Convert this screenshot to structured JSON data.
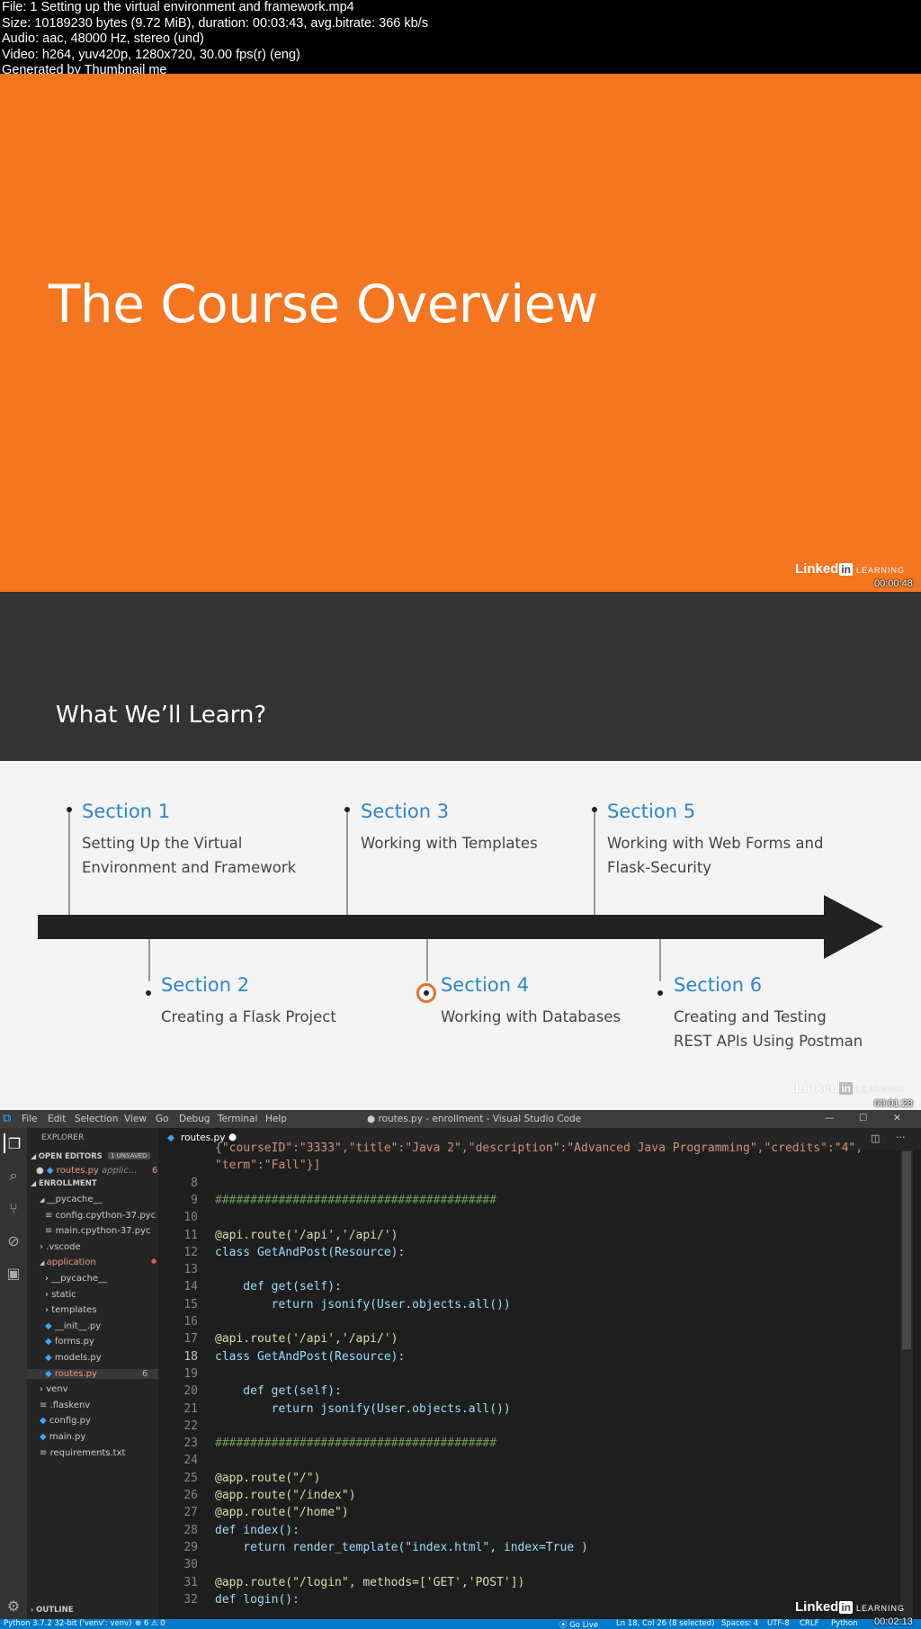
{
  "header": {
    "lines": [
      "File: 1 Setting up the virtual environment and framework.mp4",
      "Size: 10189230 bytes (9.72 MiB), duration: 00:03:43, avg.bitrate: 366 kb/s",
      "Audio: aac, 48000 Hz, stereo (und)",
      "Video: h264, yuv420p, 1280x720, 30.00 fps(r) (eng)",
      "Generated by Thumbnail me"
    ]
  },
  "frame1": {
    "title": "The Course Overview",
    "timestamp": "00:00:48"
  },
  "frame2": {
    "heading": "What We’ll Learn?",
    "timestamp": "00:01:28",
    "sections": [
      {
        "title": "Section 1",
        "desc1": "Setting Up the Virtual",
        "desc2": "Environment and Framework"
      },
      {
        "title": "Section 2",
        "desc1": "Creating a Flask Project",
        "desc2": ""
      },
      {
        "title": "Section 3",
        "desc1": "Working with Templates",
        "desc2": ""
      },
      {
        "title": "Section 4",
        "desc1": "Working with Databases",
        "desc2": ""
      },
      {
        "title": "Section 5",
        "desc1": "Working with Web Forms and",
        "desc2": "Flask-Security"
      },
      {
        "title": "Section 6",
        "desc1": "Creating and Testing",
        "desc2": "REST APIs Using Postman"
      }
    ],
    "active_section": "Section 4"
  },
  "watermark": {
    "brand": "Linked",
    "brand_in": "in",
    "learning": "LEARNING"
  },
  "vscode": {
    "window_title": "● routes.py - enrollment - Visual Studio Code",
    "menu": [
      "File",
      "Edit",
      "Selection",
      "View",
      "Go",
      "Debug",
      "Terminal",
      "Help"
    ],
    "window_controls": [
      "—",
      "☐",
      "✕"
    ],
    "explorer": {
      "title": "EXPLORER",
      "open_editors": "OPEN EDITORS",
      "unsaved": "1 UNSAVED",
      "open_file": "routes.py",
      "open_file_path": "applic...",
      "open_file_count": "6",
      "project": "ENROLLMENT",
      "tree": [
        {
          "label": "__pycache__",
          "kind": "folder-open"
        },
        {
          "label": "config.cpython-37.pyc",
          "kind": "file"
        },
        {
          "label": "main.cpython-37.pyc",
          "kind": "file"
        },
        {
          "label": ".vscode",
          "kind": "folder"
        },
        {
          "label": "application",
          "kind": "folder-open"
        },
        {
          "label": "__pycache__",
          "kind": "folder"
        },
        {
          "label": "static",
          "kind": "folder"
        },
        {
          "label": "templates",
          "kind": "folder"
        },
        {
          "label": "__init__.py",
          "kind": "py"
        },
        {
          "label": "forms.py",
          "kind": "py"
        },
        {
          "label": "models.py",
          "kind": "py"
        },
        {
          "label": "routes.py",
          "kind": "py"
        },
        {
          "label": "venv",
          "kind": "folder"
        },
        {
          "label": ".flaskenv",
          "kind": "file"
        },
        {
          "label": "config.py",
          "kind": "py"
        },
        {
          "label": "main.py",
          "kind": "py"
        },
        {
          "label": "requirements.txt",
          "kind": "file"
        }
      ],
      "routes_count": "6",
      "outline": "OUTLINE"
    },
    "tab": {
      "label": "routes.py",
      "dirty": "●"
    },
    "code_lines": [
      {
        "n": "",
        "t": "{\"courseID\":\"3333\",\"title\":\"Java 2\",\"description\":\"Advanced Java Programming\",\"credits\":\"4\","
      },
      {
        "n": "",
        "t": "\"term\":\"Fall\"}]"
      },
      {
        "n": "8",
        "t": ""
      },
      {
        "n": "9",
        "t": "########################################"
      },
      {
        "n": "10",
        "t": ""
      },
      {
        "n": "11",
        "t": "@api.route('/api','/api/')"
      },
      {
        "n": "12",
        "t": "class GetAndPost(Resource):"
      },
      {
        "n": "13",
        "t": ""
      },
      {
        "n": "14",
        "t": "    def get(self):"
      },
      {
        "n": "15",
        "t": "        return jsonify(User.objects.all())"
      },
      {
        "n": "16",
        "t": ""
      },
      {
        "n": "17",
        "t": "@api.route('/api','/api/')"
      },
      {
        "n": "18",
        "t": "class GetAndPost(Resource):"
      },
      {
        "n": "19",
        "t": ""
      },
      {
        "n": "20",
        "t": "    def get(self):"
      },
      {
        "n": "21",
        "t": "        return jsonify(User.objects.all())"
      },
      {
        "n": "22",
        "t": ""
      },
      {
        "n": "23",
        "t": "########################################"
      },
      {
        "n": "24",
        "t": ""
      },
      {
        "n": "25",
        "t": "@app.route(\"/\")"
      },
      {
        "n": "26",
        "t": "@app.route(\"/index\")"
      },
      {
        "n": "27",
        "t": "@app.route(\"/home\")"
      },
      {
        "n": "28",
        "t": "def index():"
      },
      {
        "n": "29",
        "t": "    return render_template(\"index.html\", index=True )"
      },
      {
        "n": "30",
        "t": ""
      },
      {
        "n": "31",
        "t": "@app.route(\"/login\", methods=['GET','POST'])"
      },
      {
        "n": "32",
        "t": "def login():"
      }
    ],
    "status": {
      "python": "Python 3.7.2 32-bit ('venv': venv)",
      "problems": "⊗ 6 ⚠ 0",
      "golive": "⦿ Go Live",
      "position": "Ln 18, Col 26 (8 selected)",
      "spaces": "Spaces: 4",
      "encoding": "UTF-8",
      "eol": "CRLF",
      "lang": "Python"
    },
    "timestamp": "00:02:13"
  },
  "colors": {
    "orange": "#f47621",
    "section_blue": "#2e86c8",
    "active_ring": "#e8702a",
    "vscode_blue": "#007acc"
  }
}
